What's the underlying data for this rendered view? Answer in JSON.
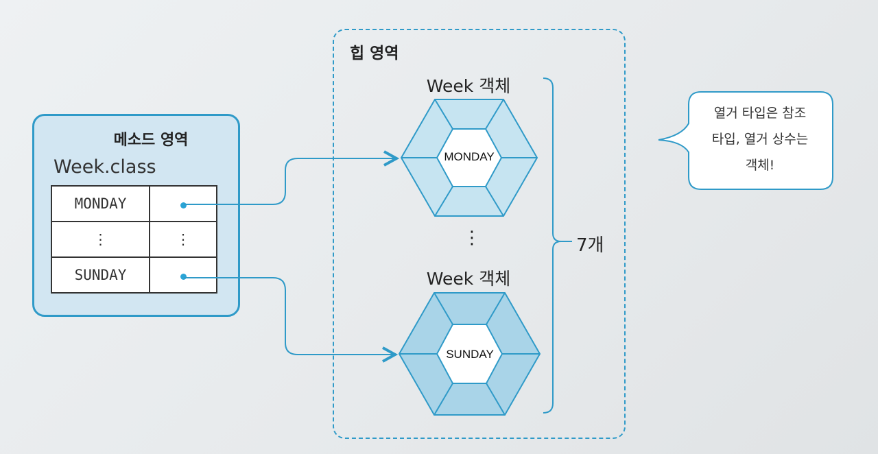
{
  "method_area": {
    "title": "메소드 영역",
    "class_name": "Week.class",
    "fields": [
      "MONDAY",
      "⋮",
      "SUNDAY"
    ],
    "ref_vdots": "⋮"
  },
  "heap_area": {
    "title": "힙 영역",
    "objects": [
      {
        "title": "Week 객체",
        "value": "MONDAY"
      },
      {
        "title": "Week 객체",
        "value": "SUNDAY"
      }
    ],
    "ellipsis": "⋮",
    "count_label": "7개"
  },
  "note": {
    "lines": [
      "열거 타입은 참조",
      "타입, 열거 상수는",
      "객체!"
    ]
  },
  "colors": {
    "accent": "#2f9ac8",
    "method_fill": "#d2e6f2",
    "hex_fill": "#bfe0ef",
    "hex_dark": "#a9d4e8"
  }
}
